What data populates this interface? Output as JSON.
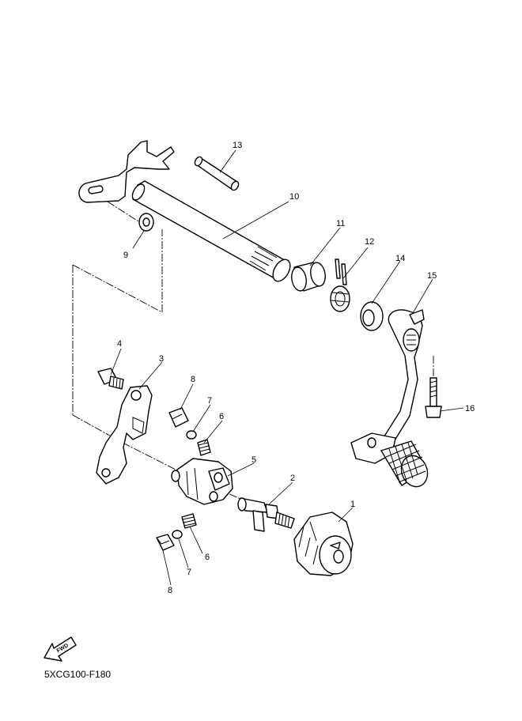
{
  "diagram_code": "5XCG100-F180",
  "fwd_label": "FWD",
  "callouts": {
    "p1": "1",
    "p2": "2",
    "p3": "3",
    "p4": "4",
    "p5": "5",
    "p6a": "6",
    "p6b": "6",
    "p7a": "7",
    "p7b": "7",
    "p8a": "8",
    "p8b": "8",
    "p9": "9",
    "p10": "10",
    "p11": "11",
    "p12": "12",
    "p13": "13",
    "p14": "14",
    "p15": "15",
    "p16": "16"
  }
}
